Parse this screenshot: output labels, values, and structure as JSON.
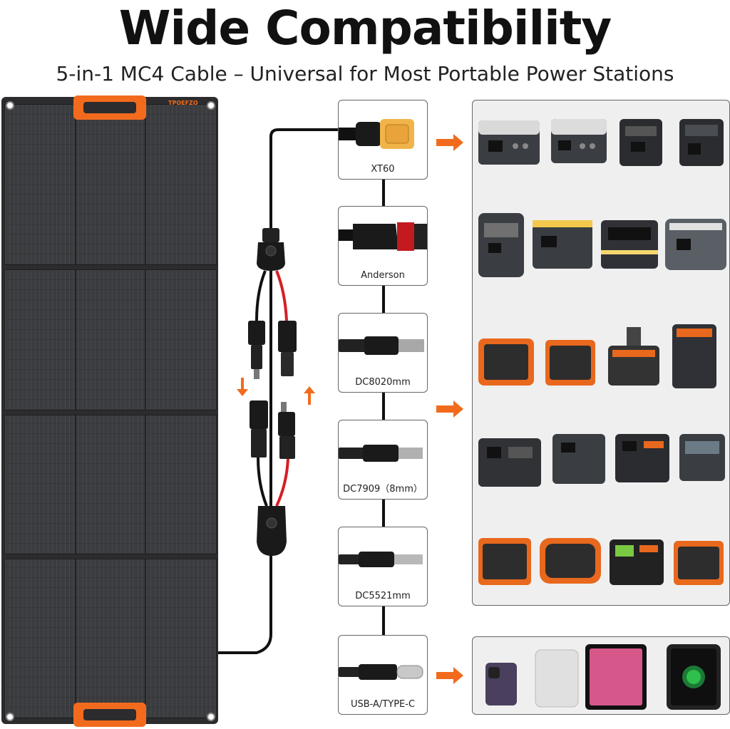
{
  "header": {
    "title": "Wide Compatibility",
    "subtitle": "5-in-1 MC4 Cable – Universal for Most Portable Power Stations"
  },
  "panel": {
    "brand": "TPOEFZO"
  },
  "connectors": [
    {
      "id": "xt60",
      "label": "XT60"
    },
    {
      "id": "anderson",
      "label": "Anderson"
    },
    {
      "id": "dc8020",
      "label": "DC8020mm"
    },
    {
      "id": "dc7909",
      "label": "DC7909（8mm）"
    },
    {
      "id": "dc5521",
      "label": "DC5521mm"
    },
    {
      "id": "usb",
      "label": "USB-A/TYPE-C"
    }
  ],
  "colors": {
    "accent": "#f26b1d",
    "panel": "#2c2c2e",
    "cable": "#111111",
    "red_wire": "#d41f26",
    "box_bg": "#efefef"
  }
}
